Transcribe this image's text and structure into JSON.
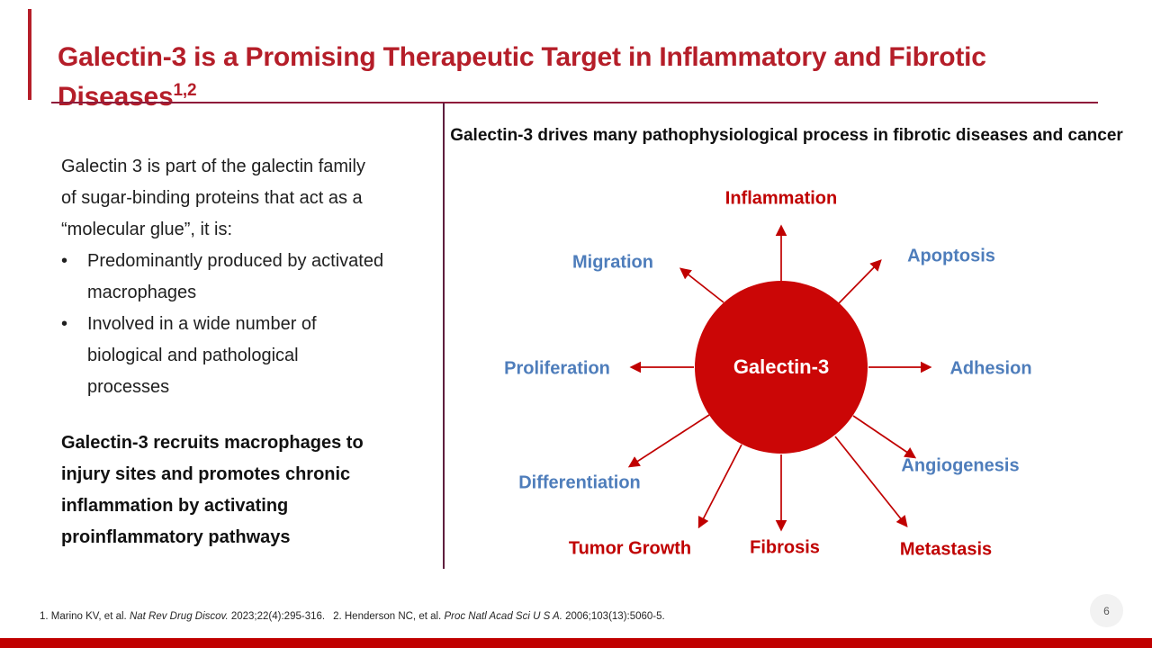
{
  "slide": {
    "title": "Galectin-3 is a Promising Therapeutic Target in Inflammatory and Fibrotic Diseases",
    "title_superscript": "1,2",
    "page_number": "6"
  },
  "left_panel": {
    "intro": "Galectin 3 is part of the galectin family of sugar-binding proteins that act as a “molecular glue”, it is:",
    "bullet_char": "•",
    "bullets": [
      "Predominantly produced by activated macrophages",
      "Involved in a wide number of biological and pathological processes"
    ],
    "emphasis": "Galectin-3 recruits macrophages to injury sites and promotes chronic inflammation by activating proinflammatory pathways"
  },
  "diagram": {
    "heading": "Galectin-3 drives many pathophysiological process in fibrotic diseases and cancer",
    "hub": "Galectin-3",
    "nodes": {
      "inflammation": {
        "label": "Inflammation",
        "color": "#C00000"
      },
      "migration": {
        "label": "Migration",
        "color": "#4E7DBB"
      },
      "apoptosis": {
        "label": "Apoptosis",
        "color": "#4E7DBB"
      },
      "proliferation": {
        "label": "Proliferation",
        "color": "#4E7DBB"
      },
      "adhesion": {
        "label": "Adhesion",
        "color": "#4E7DBB"
      },
      "differentiation": {
        "label": "Differentiation",
        "color": "#4E7DBB"
      },
      "angiogenesis": {
        "label": "Angiogenesis",
        "color": "#4E7DBB"
      },
      "tumor_growth": {
        "label": "Tumor Growth",
        "color": "#C00000"
      },
      "fibrosis": {
        "label": "Fibrosis",
        "color": "#C00000"
      },
      "metastasis": {
        "label": "Metastasis",
        "color": "#C00000"
      }
    }
  },
  "footer": {
    "ref1_prefix": "1. Marino KV, et al. ",
    "ref1_journal": "Nat Rev Drug Discov.",
    "ref1_rest": " 2023;22(4):295-316.",
    "ref2_prefix": "2. Henderson NC, et al. ",
    "ref2_journal": "Proc Natl Acad Sci U S A.",
    "ref2_rest": " 2006;103(13):5060-5."
  },
  "colors": {
    "title_red": "#B51E29",
    "diagram_red": "#C00000",
    "hub_fill": "#CB0606",
    "label_blue": "#4E7DBB",
    "title_rule": "#8E1B3A",
    "vertical_divider": "#5F1F3E",
    "bottom_bar": "#C00000",
    "page_badge_bg": "#F2F2F2"
  }
}
